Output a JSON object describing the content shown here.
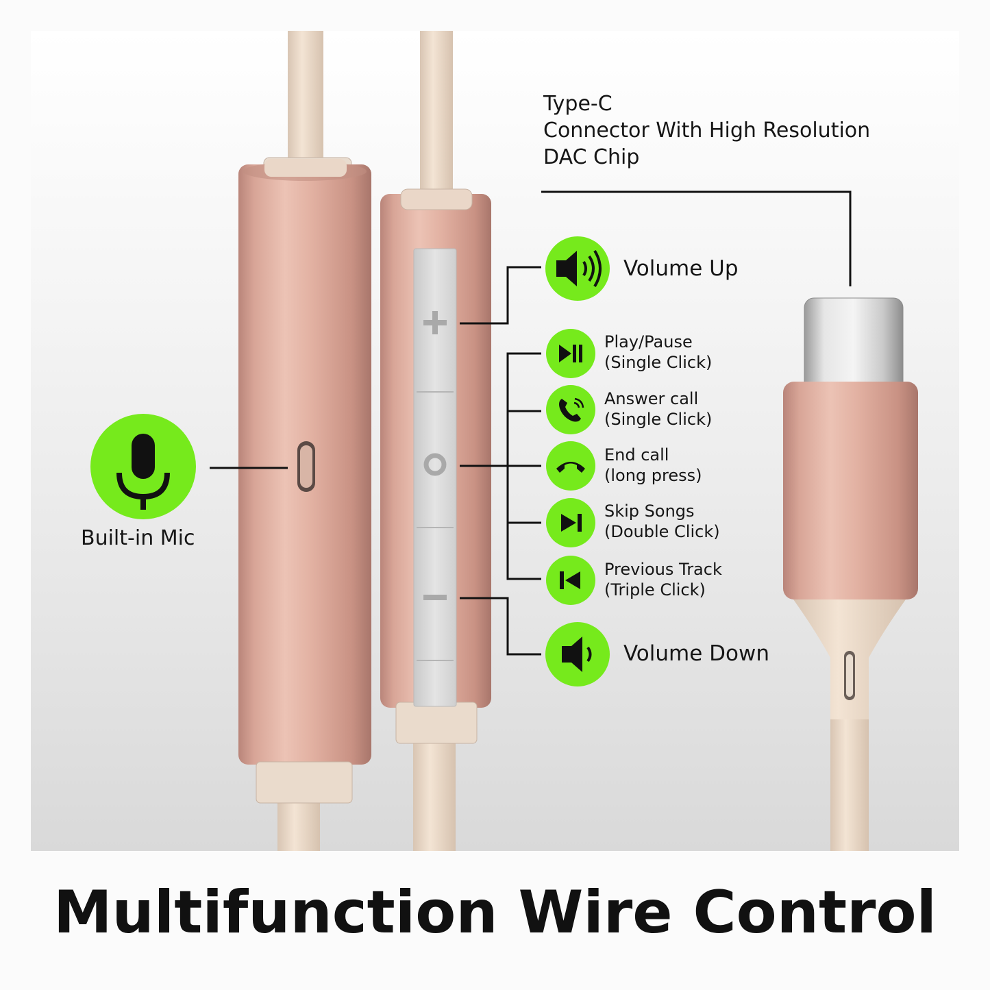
{
  "connector": {
    "label": "Type-C\nConnector With High Resolution\nDAC Chip"
  },
  "mic": {
    "label": "Built-in Mic",
    "icon": "microphone-icon"
  },
  "controls": {
    "volume_up": {
      "label": "Volume Up",
      "icon": "speaker-loud-icon"
    },
    "play_pause": {
      "label": "Play/Pause\n(Single Click)",
      "icon": "play-pause-icon"
    },
    "answer_call": {
      "label": "Answer call\n(Single Click)",
      "icon": "phone-ringing-icon"
    },
    "end_call": {
      "label": "End call\n(long press)",
      "icon": "phone-hangup-icon"
    },
    "skip_songs": {
      "label": "Skip Songs\n(Double Click)",
      "icon": "skip-forward-icon"
    },
    "previous_track": {
      "label": "Previous Track\n(Triple Click)",
      "icon": "skip-back-icon"
    },
    "volume_down": {
      "label": "Volume Down",
      "icon": "speaker-low-icon"
    }
  },
  "footer": {
    "title": "Multifunction Wire Control"
  },
  "colors": {
    "icon_green": "#76ea1c",
    "rose_gold": "#d9a594",
    "cable": "#eedccb",
    "line": "#111111"
  }
}
